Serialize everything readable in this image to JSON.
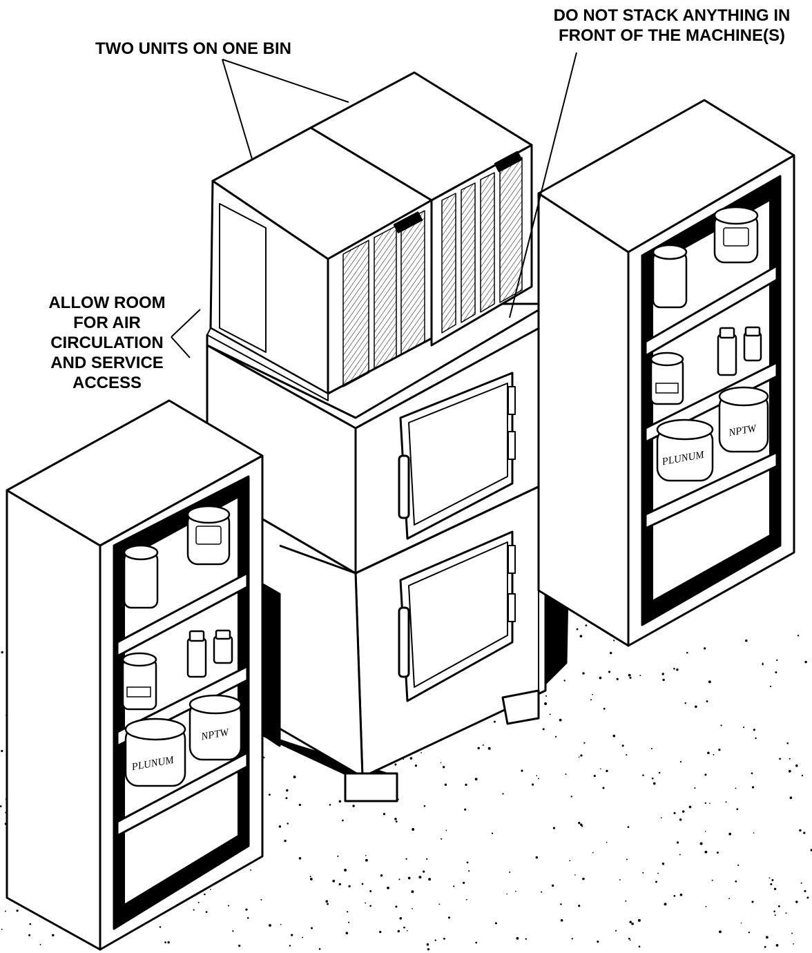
{
  "callouts": {
    "two_units": "TWO UNITS ON ONE BIN",
    "do_not_stack_line1": "DO NOT STACK ANYTHING IN",
    "do_not_stack_line2": "FRONT OF THE MACHINE(S)",
    "allow_room_line1": "ALLOW ROOM",
    "allow_room_line2": "FOR AIR",
    "allow_room_line3": "CIRCULATION",
    "allow_room_line4": "AND SERVICE",
    "allow_room_line5": "ACCESS"
  },
  "jar_labels": {
    "left_large_a": "PLUNUM",
    "left_large_b": "NPTW",
    "right_large_a": "PLUNUM",
    "right_large_b": "NPTW"
  },
  "colors": {
    "ink": "#000000",
    "paper": "#ffffff",
    "shadow": "#000000"
  }
}
